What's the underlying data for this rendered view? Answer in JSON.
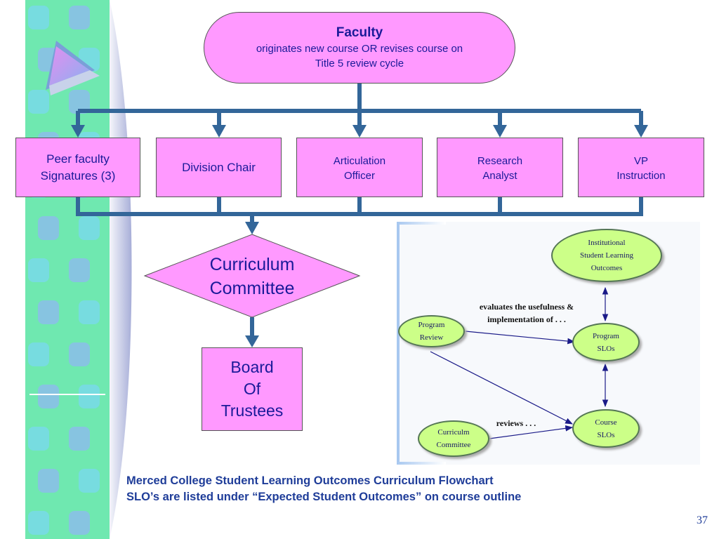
{
  "flowchart": {
    "faculty": {
      "title": "Faculty",
      "line1": "originates new course OR revises course on",
      "line2": "Title 5 review cycle"
    },
    "roles": [
      {
        "line1": "Peer faculty",
        "line2": "Signatures (3)"
      },
      {
        "line1": "Division Chair"
      },
      {
        "line1": "Articulation",
        "line2": "Officer"
      },
      {
        "line1": "Research",
        "line2": "Analyst"
      },
      {
        "line1": "VP",
        "line2": "Instruction"
      }
    ],
    "committee": {
      "line1": "Curriculum",
      "line2": "Committee"
    },
    "board": {
      "line1": "Board",
      "line2": "Of",
      "line3": "Trustees"
    }
  },
  "slo_diagram": {
    "institutional": {
      "line1": "Institutional",
      "line2": "Student Learning",
      "line3": "Outcomes"
    },
    "program_review": {
      "line1": "Program",
      "line2": "Review"
    },
    "program_slos": {
      "line1": "Program",
      "line2": "SLOs"
    },
    "curriculum_committee": {
      "line1": "Curriculm",
      "line2": "Committee"
    },
    "course_slos": {
      "line1": "Course",
      "line2": "SLOs"
    },
    "note_evaluates": {
      "line1": "evaluates the usefulness &",
      "line2": "implementation of  . . ."
    },
    "note_reviews": "reviews . . ."
  },
  "caption": {
    "line1": "Merced College Student Learning Outcomes Curriculum Flowchart",
    "line2": "SLO’s are listed under “Expected Student Outcomes” on course outline"
  },
  "page_number": "37",
  "colors": {
    "box_fill": "#ff99ff",
    "box_text": "#1a1a99",
    "connector": "#336699",
    "oval_fill": "#ccff88",
    "caption_text": "#1f3d99"
  }
}
